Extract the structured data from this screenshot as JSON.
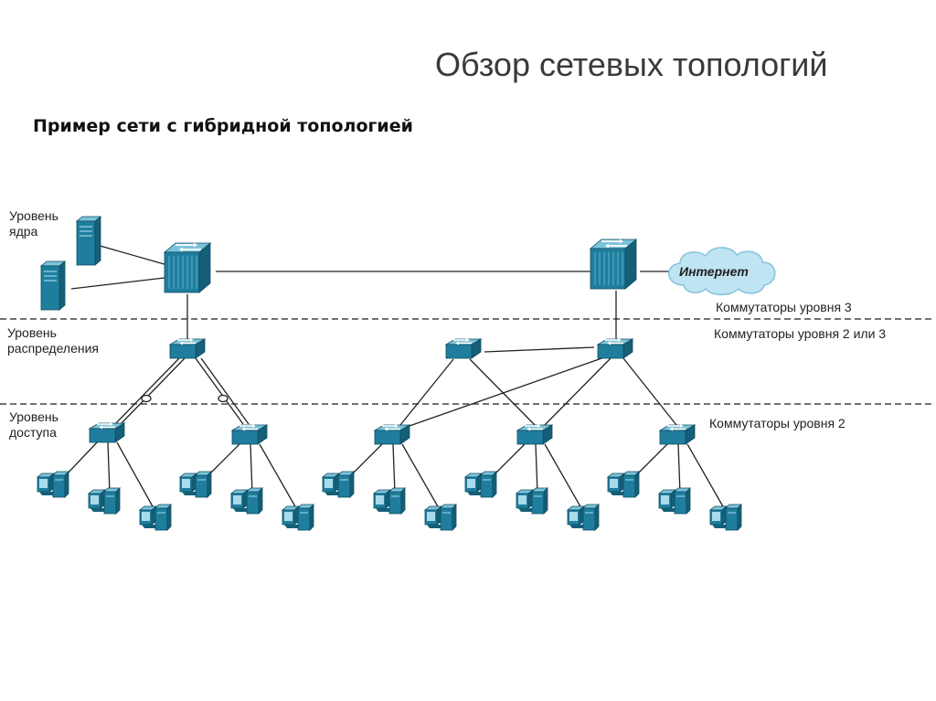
{
  "slide": {
    "title": "Обзор сетевых топологий",
    "subtitle": "Пример сети с гибридной топологией"
  },
  "layers": {
    "core": [
      "Уровень",
      "ядра"
    ],
    "distribution": [
      "Уровень",
      "распределения"
    ],
    "access": [
      "Уровень",
      "доступа"
    ]
  },
  "annotations": {
    "l3_switches": "Коммутаторы уровня 3",
    "l2_or_l3_switches": "Коммутаторы уровня 2 или 3",
    "l2_switches": "Коммутаторы уровня 2"
  },
  "cloud": {
    "label": "Интернет"
  },
  "colors": {
    "device_top": "#7cc3d9",
    "device_front": "#1f7e9e",
    "device_side": "#155f78",
    "line": "#222222",
    "cloud_fill": "#bfe4f2",
    "cloud_stroke": "#86c3da"
  },
  "icons": {
    "switch": "switch-icon",
    "core_switch": "core-switch-icon",
    "server": "server-icon",
    "workstation": "workstation-icon",
    "cloud": "cloud-icon"
  }
}
